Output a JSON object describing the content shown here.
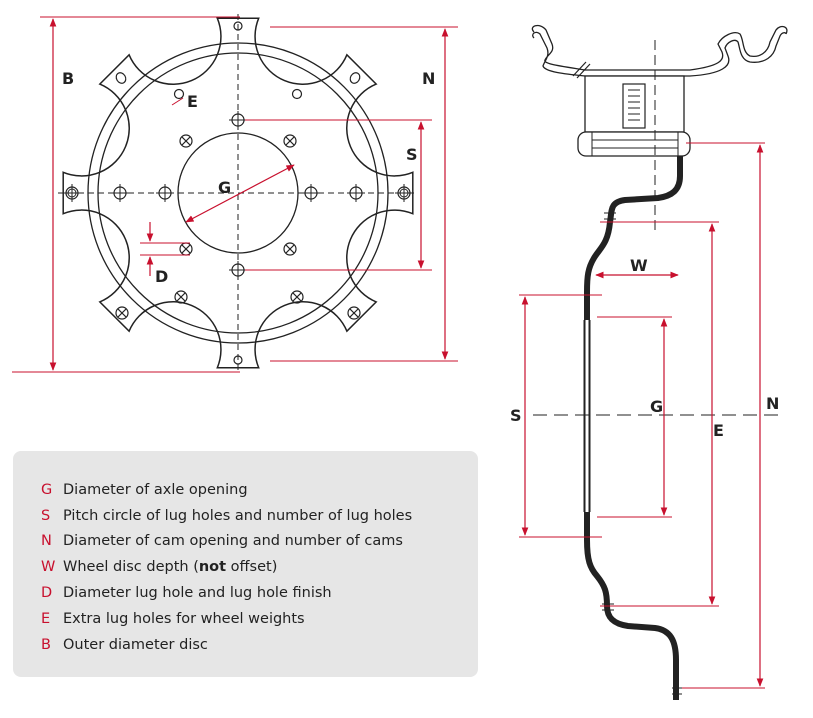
{
  "labels": {
    "front_B": "B",
    "front_N": "N",
    "front_S": "S",
    "front_E": "E",
    "front_G": "G",
    "front_D": "D",
    "side_W": "W",
    "side_S": "S",
    "side_G": "G",
    "side_E": "E",
    "side_N": "N"
  },
  "legend": [
    {
      "key": "G",
      "pre": "Diameter of axle opening",
      "bold": "",
      "post": ""
    },
    {
      "key": "S",
      "pre": "Pitch circle of lug holes and number of lug holes",
      "bold": "",
      "post": ""
    },
    {
      "key": "N",
      "pre": "Diameter of cam opening and number of cams",
      "bold": "",
      "post": ""
    },
    {
      "key": "W",
      "pre": "Wheel disc depth (",
      "bold": "not",
      "post": " offset)"
    },
    {
      "key": "D",
      "pre": "Diameter lug hole and lug hole finish",
      "bold": "",
      "post": ""
    },
    {
      "key": "E",
      "pre": "Extra lug holes for wheel weights",
      "bold": "",
      "post": ""
    },
    {
      "key": "B",
      "pre": "Outer diameter disc",
      "bold": "",
      "post": ""
    }
  ],
  "colors": {
    "accent": "#c8102e",
    "line": "#222222",
    "legend_bg": "#e6e6e6"
  }
}
